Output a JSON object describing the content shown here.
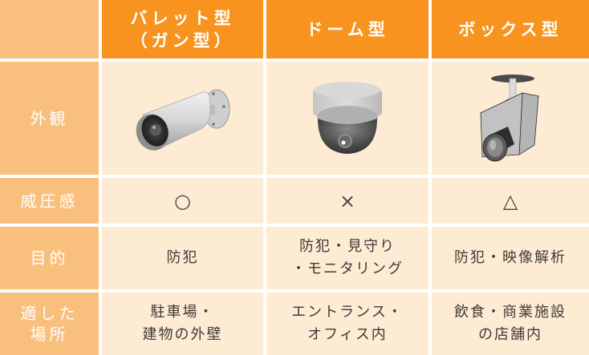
{
  "table": {
    "corner": "",
    "columns": [
      {
        "id": "bullet",
        "label_line1": "バレット型",
        "label_line2": "（ガン型）"
      },
      {
        "id": "dome",
        "label_line1": "ドーム型"
      },
      {
        "id": "box",
        "label_line1": "ボックス型"
      }
    ],
    "rows": {
      "appearance": {
        "label": "外観",
        "cells": [
          {
            "icon": "bullet-camera-icon"
          },
          {
            "icon": "dome-camera-icon"
          },
          {
            "icon": "box-camera-icon"
          }
        ]
      },
      "intimidation": {
        "label": "威圧感",
        "cells": [
          "○",
          "×",
          "△"
        ]
      },
      "purpose": {
        "label": "目的",
        "cells": [
          {
            "line1": "防犯"
          },
          {
            "line1": "防犯・見守り",
            "line2": "・モニタリング"
          },
          {
            "line1": "防犯・映像解析"
          }
        ]
      },
      "location": {
        "label_line1": "適した",
        "label_line2": "場所",
        "cells": [
          {
            "line1": "駐車場・",
            "line2": "建物の外壁"
          },
          {
            "line1": "エントランス・",
            "line2": "オフィス内"
          },
          {
            "line1": "飲食・商業施設",
            "line2": "の店舗内"
          }
        ]
      }
    }
  },
  "colors": {
    "header_orange": "#f7931e",
    "label_orange": "#f9bf7d",
    "body_cream": "#fdebd4",
    "text_dark": "#3f3a36"
  }
}
